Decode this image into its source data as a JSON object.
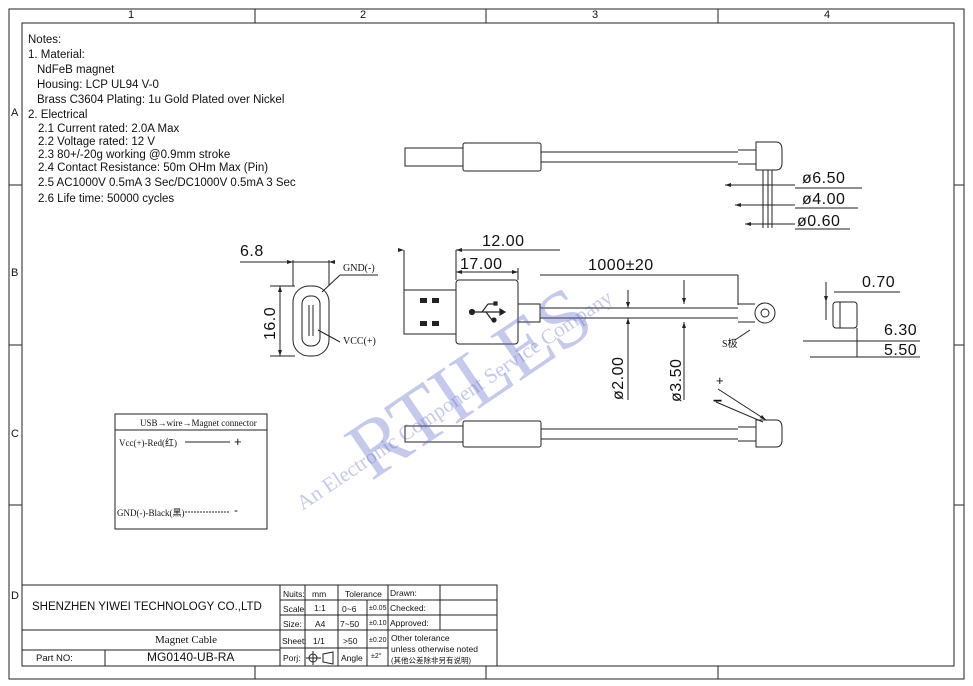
{
  "grid": {
    "columns": [
      "1",
      "2",
      "3",
      "4"
    ],
    "rows": [
      "A",
      "B",
      "C",
      "D"
    ]
  },
  "notes": {
    "heading": "Notes:",
    "material_title": "1. Material:",
    "material": [
      "NdFeB magnet",
      "Housing: LCP UL94 V-0",
      "Brass C3604 Plating: 1u Gold Plated over Nickel"
    ],
    "electrical_title": "2. Electrical",
    "electrical": [
      "2.1 Current rated: 2.0A Max",
      "2.2 Voltage rated: 12 V",
      "2.3 80+/-20g working @0.9mm stroke",
      "2.4 Contact Resistance: 50m OHm Max (Pin)",
      "2.5 AC1000V 0.5mA 3 Sec/DC1000V 0.5mA 3 Sec",
      "2.6 Life time: 50000 cycles"
    ]
  },
  "dimensions": {
    "top_d1": "ø6.50",
    "top_d2": "ø4.00",
    "top_d3": "ø0.60",
    "usb_width": "6.8",
    "usb_height": "16.0",
    "plug_len1": "12.00",
    "plug_len2": "17.00",
    "cable_len": "1000±20",
    "wire_d1": "ø2.00",
    "wire_d2": "ø3.50",
    "side_a": "0.70",
    "side_b": "6.30",
    "side_c": "5.50"
  },
  "labels": {
    "gnd": "GND(-)",
    "vcc": "VCC(+)",
    "s_pole": "S极",
    "plus": "+",
    "minus": "−"
  },
  "wiring": {
    "title": "USB→wire→Magnet connector",
    "vcc": "Vcc(+)-Red(红)",
    "vcc_sign": "+",
    "gnd": "GND(-)-Black(黑)",
    "gnd_sign": "-"
  },
  "title_block": {
    "company": "SHENZHEN YIWEI TECHNOLOGY CO.,LTD",
    "product": "Magnet Cable",
    "part_no_label": "Part  NO:",
    "part_no": "MG0140-UB-RA",
    "nuits_label": "Nuits:",
    "nuits_value": "mm",
    "scale_label": "Scale",
    "scale_value": "1:1",
    "size_label": "Size:",
    "size_value": "A4",
    "sheet_label": "Sheet:",
    "sheet_value": "1/1",
    "proj_label": "Porj:",
    "tolerance_label": "Tolerance",
    "tol_r1": "0~6",
    "tol_v1": "±0.05",
    "tol_r2": "7~50",
    "tol_v2": "±0.10",
    "tol_r3": ">50",
    "tol_v3": "±0.20",
    "angle_label": "Angle",
    "angle_value": "±2°",
    "drawn": "Drawn:",
    "checked": "Checked:",
    "approved": "Approved:",
    "other1": "Other tolerance",
    "other2": "unless otherwise noted",
    "other3": "(其他公差除非另有说明)"
  },
  "watermark": {
    "big": "RTILES",
    "line": "An Electronic Component Service Company"
  }
}
